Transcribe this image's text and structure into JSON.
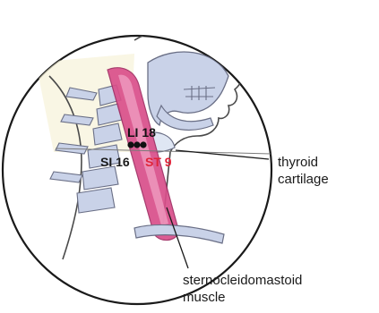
{
  "points": {
    "li18": "LI 18",
    "si16": "SI 16",
    "st9": "ST 9"
  },
  "labels": {
    "thyroid_line1": "thyroid",
    "thyroid_line2": "cartilage",
    "scm_line1": "sternocleidomastoid",
    "scm_line2": "muscle"
  },
  "colors": {
    "muscle": "#d94f8a",
    "muscle_light": "#ef9cc0",
    "bone": "#c9d2e8",
    "bone_outline": "#6a6f86",
    "skin_outline": "#4a4a4a",
    "point_dot": "#111111",
    "st_label": "#e0243a",
    "circle_frame": "#1a1a1a"
  }
}
